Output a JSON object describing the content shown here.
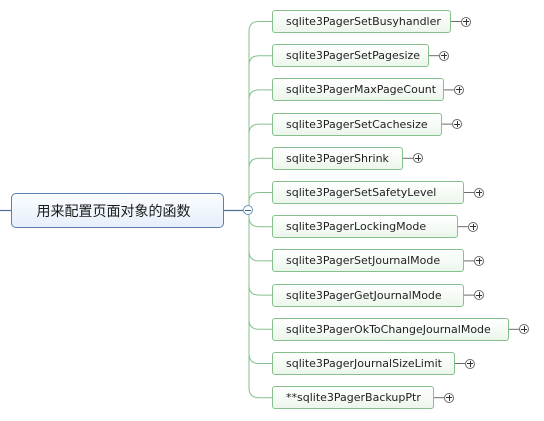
{
  "root": {
    "label": "用来配置页面对象的函数"
  },
  "children": [
    {
      "label": "sqlite3PagerSetBusyhandler"
    },
    {
      "label": "sqlite3PagerSetPagesize"
    },
    {
      "label": "sqlite3PagerMaxPageCount"
    },
    {
      "label": "sqlite3PagerSetCachesize"
    },
    {
      "label": "sqlite3PagerShrink"
    },
    {
      "label": "sqlite3PagerSetSafetyLevel"
    },
    {
      "label": "sqlite3PagerLockingMode"
    },
    {
      "label": "sqlite3PagerSetJournalMode"
    },
    {
      "label": "sqlite3PagerGetJournalMode"
    },
    {
      "label": "sqlite3PagerOkToChangeJournalMode"
    },
    {
      "label": "sqlite3PagerJournalSizeLimit"
    },
    {
      "label": "**sqlite3PagerBackupPtr"
    }
  ],
  "colors": {
    "root_border": "#5b7fae",
    "root_connector": "#4f6f99",
    "branch_line": "#86c08d",
    "child_border": "#86c08d",
    "toggle_stroke": "#6b6b6b"
  }
}
